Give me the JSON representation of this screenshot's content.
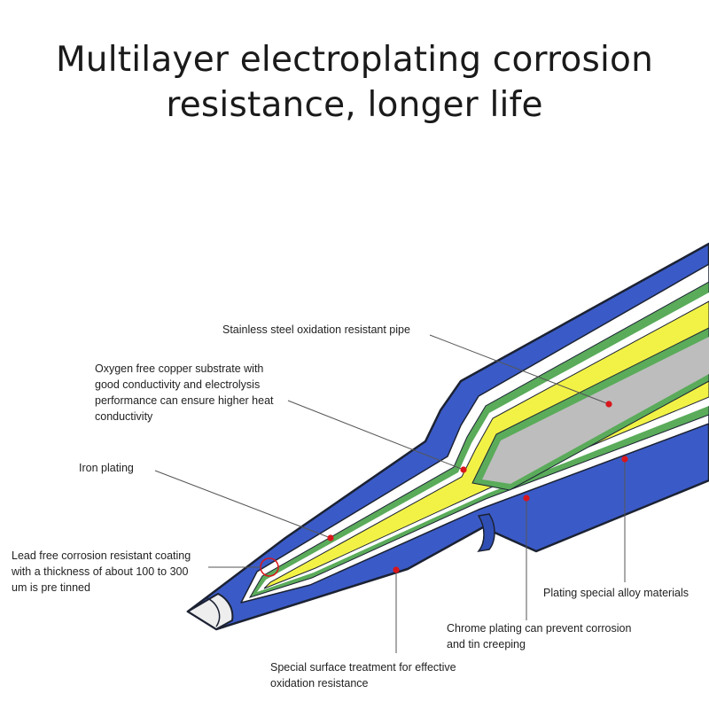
{
  "title": {
    "line1": "Multilayer electroplating corrosion",
    "line2": "resistance, longer life"
  },
  "labels": {
    "stainless_pipe": [
      "Stainless steel oxidation resistant pipe"
    ],
    "copper_substrate": [
      "Oxygen free copper substrate with",
      "good conductivity and electrolysis",
      "performance can ensure higher heat",
      "conductivity"
    ],
    "iron_plating": [
      "Iron plating"
    ],
    "lead_free_coating": [
      "Lead free corrosion resistant coating",
      "with a thickness of about 100 to 300",
      "um is pre tinned"
    ],
    "alloy_materials": [
      "Plating special alloy materials"
    ],
    "chrome_plating": [
      "Chrome plating can prevent corrosion",
      "and tin creeping"
    ],
    "surface_treatment": [
      "Special surface treatment for effective",
      "oxidation resistance"
    ]
  },
  "colors": {
    "outer_blue": "#3a5bc7",
    "green_layer": "#5aab5a",
    "yellow_core": "#f2f246",
    "steel_gray": "#bdbdbd",
    "outline": "#1c2233",
    "marker_red": "#d9161c",
    "leader_line": "#555555"
  }
}
